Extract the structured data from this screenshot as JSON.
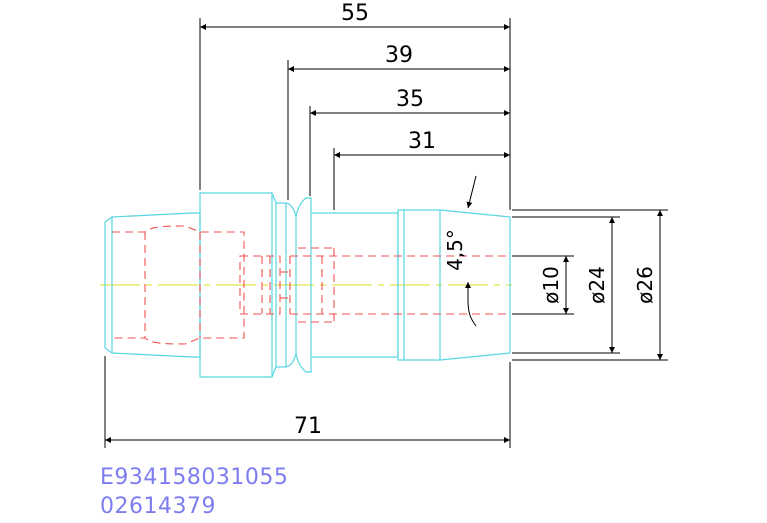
{
  "dimensions": {
    "d55": "55",
    "d39": "39",
    "d35": "35",
    "d31": "31",
    "d71": "71",
    "angle": "4,5°",
    "dia10": "ø10",
    "dia24": "ø24",
    "dia26": "ø26"
  },
  "codes": {
    "line1": "E934158031055",
    "line2": "02614379"
  },
  "colors": {
    "outline": "#59d6e3",
    "hidden": "#f05252",
    "centerline": "#e3e34a",
    "dimension": "#000000",
    "code_text": "#7d7df0"
  }
}
